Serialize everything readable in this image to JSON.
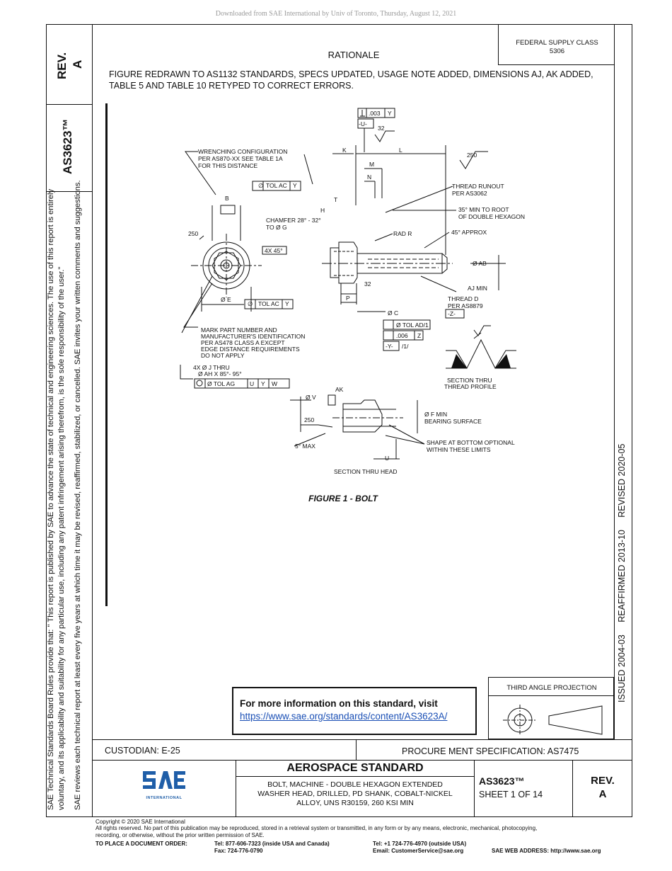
{
  "download_banner": "Downloaded from SAE International by Univ of Toronto, Thursday, August 12, 2021",
  "left_margin": {
    "rev_label": "REV.",
    "rev_value": "A",
    "doc_number": "AS3623™",
    "disclaimer_1": "SAE Technical Standards Board Rules provide that: \"  This report is published by SAE to advance the state of technical and engineering sciences. The use of this report is entirely",
    "disclaimer_2": "voluntary, and its applicability and suitability for any particular use, including any patent infringement arising therefrom, is the sole responsibility of the user.\"",
    "disclaimer_3": "SAE reviews each technical report at least every five years at which time it may be revised, reaffirmed, stabilized, or cancelled. SAE invites your written comments and suggestions."
  },
  "right_margin": {
    "dates": "ISSUED 2004-03     REAFFIRMED 2013-10     REVISED 2020-05"
  },
  "federal_supply": {
    "label": "FEDERAL SUPPLY CLASS",
    "value": "5306"
  },
  "rationale": {
    "heading": "RATIONALE",
    "line1": "FIGURE REDRAWN TO AS1132 STANDARDS, SPECS UPDATED, USAGE NOTE ADDED, DIMENSIONS AJ, AK ADDED,",
    "line2": "TABLE 5 AND TABLE 10 RETYPED TO CORRECT ERRORS."
  },
  "drawing": {
    "caption": "FIGURE 1 - BOLT",
    "notes": {
      "wrenching": [
        "WRENCHING CONFIGURATION",
        "PER AS870-XX SEE TABLE 1A",
        "FOR THIS DISTANCE"
      ],
      "chamfer": [
        "CHAMFER 28° - 32°",
        "TO Ø G"
      ],
      "thread_runout": [
        "THREAD RUNOUT",
        "PER AS3062"
      ],
      "min_root": [
        "35° MIN TO ROOT",
        "OF DOUBLE HEXAGON"
      ],
      "approx": "45° APPROX",
      "rad": "RAD R",
      "ab": "Ø AB",
      "aj": "AJ MIN",
      "thread_d": [
        "THREAD D",
        "PER AS8879"
      ],
      "z_datum": "-Z-",
      "c_dia": "Ø C",
      "u_datum": "-U-",
      "y_datum": "-Y-",
      "mark": [
        "MARK PART NUMBER AND",
        "MANUFACTURER'S IDENTIFICATION",
        "PER AS478 CLASS A EXCEPT",
        "EDGE DISTANCE REQUIREMENTS",
        "DO NOT APPLY"
      ],
      "holes": [
        "4X Ø J THRU",
        "Ø AH X 85°- 95°"
      ],
      "section_thread": [
        "SECTION THRU",
        "THREAD PROFILE"
      ],
      "v_dia": "Ø V",
      "ak": "AK",
      "f_min": [
        "Ø F MIN",
        "BEARING SURFACE"
      ],
      "shape": [
        "SHAPE AT BOTTOM OPTIONAL",
        "WITHIN THESE LIMITS"
      ],
      "max5": "5° MAX",
      "u_dim": "U",
      "section_head": "SECTION THRU HEAD",
      "dims": {
        "k": "K",
        "l": "L",
        "m": "M",
        "n": "N",
        "t": "T",
        "h": "H",
        "b": "B",
        "e": "Ø E",
        "p": "P",
        "a4x45": "4X 45°"
      },
      "fcf": {
        "perp": ".003",
        "perp_datum": "Y",
        "tol_ac": "TOL AC",
        "tol_ac_datum": "Y",
        "tol_ad": "Ø TOL AD/1",
        "flat": ".006",
        "flat_datum": "Z",
        "y1": "/1/",
        "tol_ag": "Ø TOL AG",
        "tol_ag_d1": "U",
        "tol_ag_d2": "Y",
        "tol_ag_d3": "W"
      },
      "finish": {
        "f250": "250",
        "f32": "32"
      }
    }
  },
  "info_box": {
    "text": "For more information on this standard, visit",
    "link": "https://www.sae.org/standards/content/AS3623A/"
  },
  "projection": {
    "label": "THIRD ANGLE PROJECTION"
  },
  "title_block": {
    "custodian": "CUSTODIAN: E-25",
    "procurement": "PROCURE MENT SPECIFICATION: AS7475",
    "heading": "AEROSPACE STANDARD",
    "title_1": "BOLT, MACHINE - DOUBLE HEXAGON EXTENDED",
    "title_2": "WASHER HEAD, DRILLED, PD SHANK, COBALT-NICKEL",
    "title_3": "ALLOY, UNS R30159, 260 KSI MIN",
    "doc_number": "AS3623™",
    "sheet": "SHEET 1 OF 14",
    "rev_label": "REV.",
    "rev_value": "A",
    "logo_text": "SAE",
    "logo_sub": "INTERNATIONAL"
  },
  "footer": {
    "copyright": "Copyright © 2020 SAE International",
    "rights_1": "All rights reserved. No part of this publication may be reproduced, stored in a retrieval system or transmitted, in any form or by any means, electronic, mechanical, photocopying,",
    "rights_2": "recording, or otherwise, without the prior written permission of SAE.",
    "order_label": "TO PLACE A DOCUMENT ORDER:",
    "tel_usa": "Tel: 877-606-7323 (inside USA and Canada)",
    "fax": "Fax: 724-776-0790",
    "tel_intl": "Tel: +1 724-776-4970 (outside USA)",
    "email": "Email: CustomerService@sae.org",
    "web": "SAE WEB ADDRESS: http://www.sae.org"
  },
  "colors": {
    "logo_blue": "#1f5ea8",
    "link_blue": "#1a4fb5"
  }
}
